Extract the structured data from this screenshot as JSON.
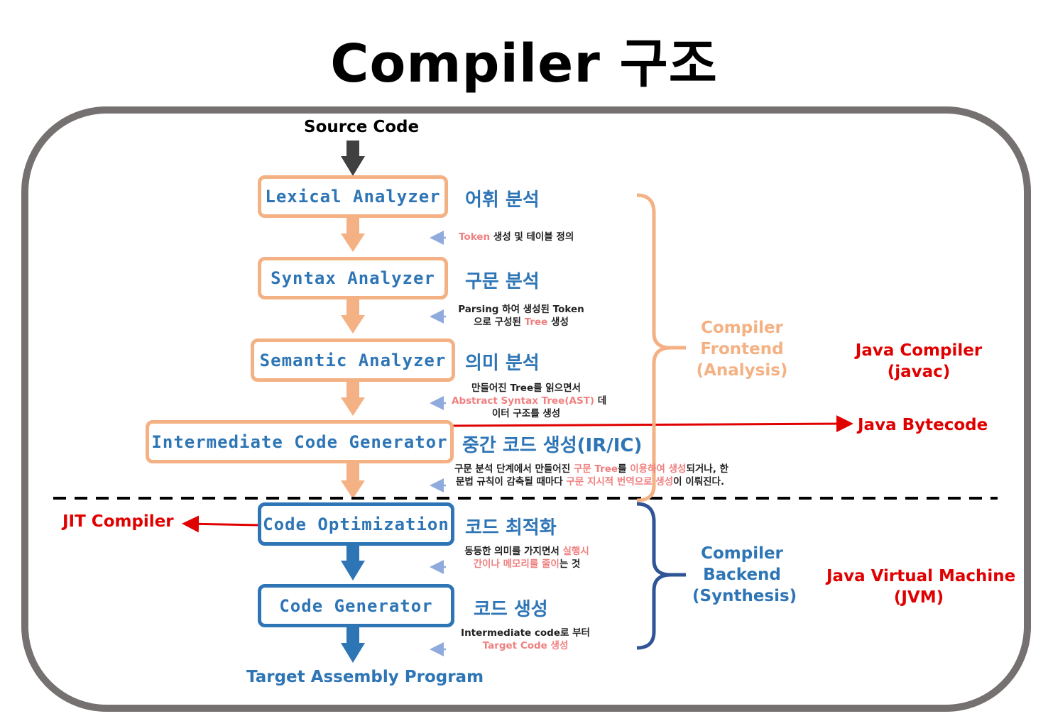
{
  "title": "Compiler 구조",
  "source_label": "Source Code",
  "target_label": "Target Assembly Program",
  "stages": [
    {
      "name": "Lexical Analyzer",
      "korean": "어휘 분석"
    },
    {
      "name": "Syntax Analyzer",
      "korean": "구문 분석"
    },
    {
      "name": "Semantic Analyzer",
      "korean": "의미 분석"
    },
    {
      "name": "Intermediate Code Generator",
      "korean": "중간 코드 생성(IR/IC)"
    },
    {
      "name": "Code Optimization",
      "korean": "코드 최적화"
    },
    {
      "name": "Code Generator",
      "korean": "코드 생성"
    }
  ],
  "notes": {
    "n1": {
      "a": "Token",
      "b": " 생성 및 테이블 정의"
    },
    "n2": {
      "l1": "Parsing 하여 생성된 Token",
      "l2a": "으로 구성된 ",
      "l2b": "Tree",
      "l2c": " 생성"
    },
    "n3": {
      "l1": "만들어진 Tree를 읽으면서",
      "l2a": "Abstract Syntax Tree(AST)",
      "l2b": " 데",
      "l3": "이터 구조를 생성"
    },
    "n4": {
      "l1a": "구문 분석 단계에서 만들어진 ",
      "l1b": "구문 Tree",
      "l1c": "를 ",
      "l1d": "이용하여 생성",
      "l1e": "되거나, 한",
      "l2a": "문법 규칙이 감축될 때마다 ",
      "l2b": "구문 지시적 번역으로 생성",
      "l2c": "이 이뤄진다."
    },
    "n5": {
      "l1a": "동등한 의미를 가지면서 ",
      "l1b": "실행시",
      "l2a": "간이나 메모리를 줄이",
      "l2b": "는 것"
    },
    "n6": {
      "l1": "Intermediate code로 부터",
      "l2": "Target Code 생성"
    }
  },
  "frontend": {
    "l1": "Compiler",
    "l2": "Frontend",
    "l3": "(Analysis)"
  },
  "backend": {
    "l1": "Compiler",
    "l2": "Backend",
    "l3": "(Synthesis)"
  },
  "java_compiler": {
    "l1": "Java Compiler",
    "l2": "(javac)"
  },
  "java_bytecode": "Java Bytecode",
  "jit_compiler": "JIT Compiler",
  "jvm": {
    "l1": "Java Virtual Machine",
    "l2": "(JVM)"
  },
  "colors": {
    "frontend": "#f4b183",
    "backend": "#2e75b6",
    "highlight": "#f08080",
    "java": "#e00000",
    "frame": "#767171"
  }
}
